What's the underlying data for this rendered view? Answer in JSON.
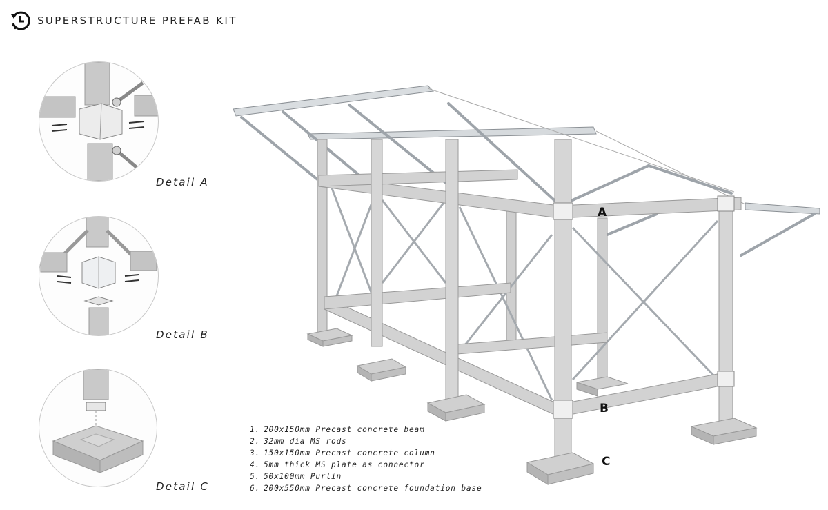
{
  "header": {
    "title": "SUPERSTRUCTURE PREFAB KIT",
    "icon": "clock-rewind-icon"
  },
  "details": [
    {
      "label": "Detail A"
    },
    {
      "label": "Detail B"
    },
    {
      "label": "Detail C"
    }
  ],
  "markers": [
    "A",
    "B",
    "C"
  ],
  "legend": [
    {
      "num": "1.",
      "text": "200x150mm Precast concrete beam"
    },
    {
      "num": "2.",
      "text": "32mm dia MS rods"
    },
    {
      "num": "3.",
      "text": "150x150mm Precast concrete column"
    },
    {
      "num": "4.",
      "text": "5mm thick MS plate as connector"
    },
    {
      "num": "5.",
      "text": "50x100mm Purlin"
    },
    {
      "num": "6.",
      "text": "200x550mm Precast concrete foundation base"
    }
  ],
  "colors": {
    "concrete": "#c9c9c9",
    "concrete_dark": "#a8a8a8",
    "steel": "#b8bcc0",
    "plate": "#e8e8e8",
    "text": "#222222"
  }
}
